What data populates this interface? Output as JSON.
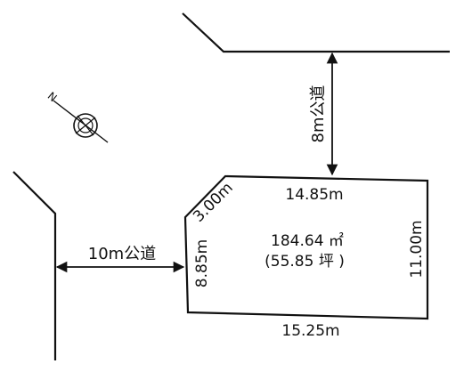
{
  "compass": {
    "north_letter": "N",
    "icon": "north-compass-icon"
  },
  "roads": {
    "top": {
      "width_label": "8m公道"
    },
    "left": {
      "width_label": "10m公道"
    }
  },
  "lot": {
    "edges": {
      "top": "14.85m",
      "corner_cut": "3.00m",
      "left": "8.85m",
      "right": "11.00m",
      "bottom": "15.25m"
    },
    "area_sqm": "184.64 ㎡",
    "area_tsubo": "(55.85 坪 )"
  },
  "colors": {
    "line": "#111111",
    "background": "#ffffff"
  }
}
